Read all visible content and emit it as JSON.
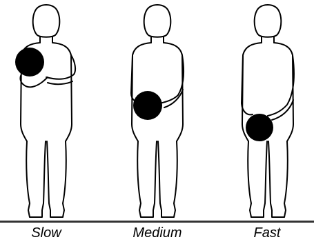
{
  "figure": {
    "labels": {
      "slow": "Slow",
      "medium": "Medium",
      "fast": "Fast"
    },
    "colors": {
      "outline": "#000000",
      "ball": "#000000",
      "ground": "#333333",
      "background": "#ffffff"
    }
  }
}
